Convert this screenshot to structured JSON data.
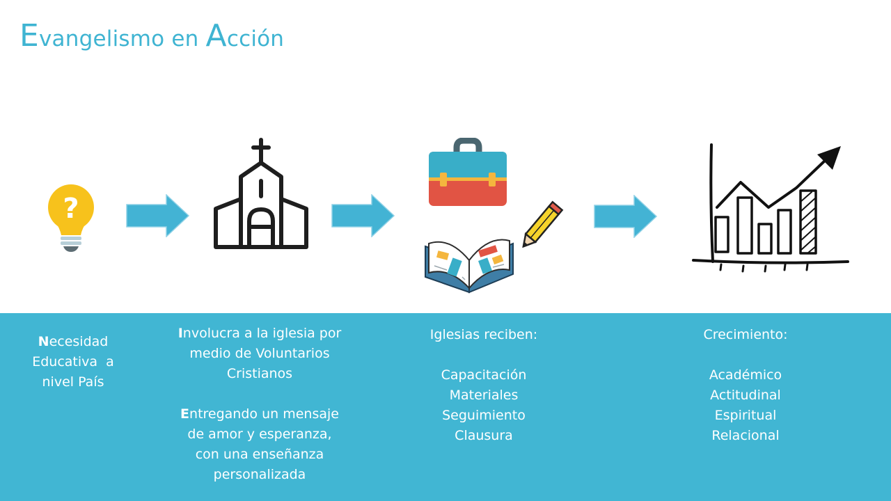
{
  "title": {
    "first_letter": "E",
    "part1": "vangelismo en ",
    "second_letter": "A",
    "part2": "cción"
  },
  "colors": {
    "accent": "#3fb4d2",
    "band": "#41b6d3",
    "arrow": "#43b3d4",
    "bulb": "#f7c21c"
  },
  "icons": {
    "step1": "lightbulb-question-icon",
    "step2": "church-icon",
    "step3a": "briefcase-icon",
    "step3b": "pencil-icon",
    "step3c": "open-book-icon",
    "step4": "growth-chart-icon"
  },
  "steps": {
    "s1": {
      "l1_initial": "N",
      "l1_rest": "ecesidad",
      "l2": "Educativa  a",
      "l3": "nivel País"
    },
    "s2": {
      "l1_initial": "I",
      "l1_rest": "nvolucra a la iglesia por",
      "l2": "medio de Voluntarios",
      "l3": "Cristianos",
      "l4_initial": "E",
      "l4_rest": "ntregando un mensaje",
      "l5": "de amor y esperanza,",
      "l6": "con una enseñanza",
      "l7": "personalizada"
    },
    "s3": {
      "heading": "Iglesias reciben:",
      "items": [
        "Capacitación",
        "Materiales",
        "Seguimiento",
        "Clausura"
      ]
    },
    "s4": {
      "heading": "Crecimiento:",
      "items": [
        "Académico",
        "Actitudinal",
        "Espiritual",
        "Relacional"
      ]
    }
  }
}
